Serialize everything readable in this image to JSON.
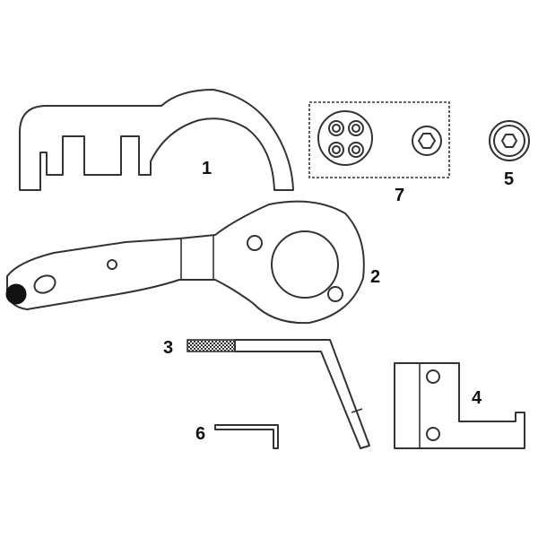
{
  "parts": [
    {
      "id": "part-1",
      "label": "1"
    },
    {
      "id": "part-2",
      "label": "2"
    },
    {
      "id": "part-3",
      "label": "3"
    },
    {
      "id": "part-4",
      "label": "4"
    },
    {
      "id": "part-5",
      "label": "5"
    },
    {
      "id": "part-6",
      "label": "6"
    },
    {
      "id": "part-7",
      "label": "7"
    }
  ],
  "colors": {
    "line": "#333333",
    "background": "#ffffff",
    "fill_dark": "#111111"
  }
}
